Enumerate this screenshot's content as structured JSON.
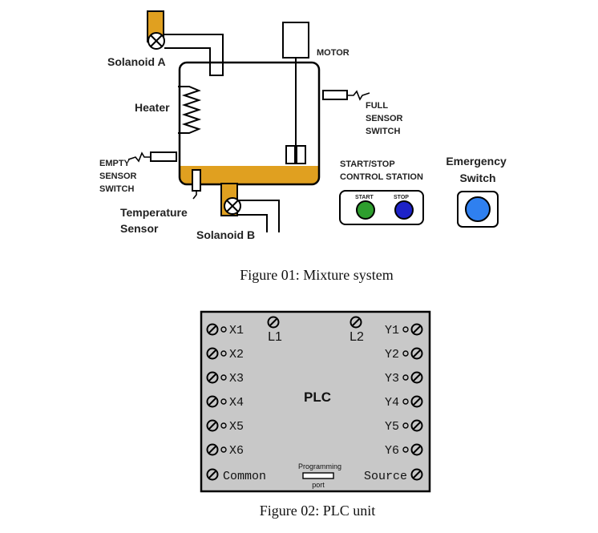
{
  "mixture": {
    "caption": "Figure 01: Mixture system",
    "solenoid_a": "Solanoid A",
    "solenoid_b": "Solanoid B",
    "heater": "Heater",
    "motor": "MOTOR",
    "full_sensor": [
      "FULL",
      "SENSOR",
      "SWITCH"
    ],
    "empty_sensor": [
      "EMPTY",
      "SENSOR",
      "SWITCH"
    ],
    "temp_sensor": [
      "Temperature",
      "Sensor"
    ],
    "control_station": [
      "START/STOP",
      "CONTROL STATION"
    ],
    "start_label": "START",
    "stop_label": "STOP",
    "emergency": [
      "Emergency",
      "Switch"
    ],
    "colors": {
      "liquid": "#e0a020",
      "start_button": "#2e9e2e",
      "stop_button": "#1d22c8",
      "emergency_button": "#2f80f0"
    }
  },
  "plc": {
    "caption": "Figure 02: PLC unit",
    "title": "PLC",
    "inputs": [
      "X1",
      "X2",
      "X3",
      "X4",
      "X5",
      "X6"
    ],
    "outputs": [
      "Y1",
      "Y2",
      "Y3",
      "Y4",
      "Y5",
      "Y6"
    ],
    "l1": "L1",
    "l2": "L2",
    "common": "Common",
    "source": "Source",
    "port_top": "Programming",
    "port_bottom": "port",
    "colors": {
      "body": "#c8c8c8"
    }
  }
}
